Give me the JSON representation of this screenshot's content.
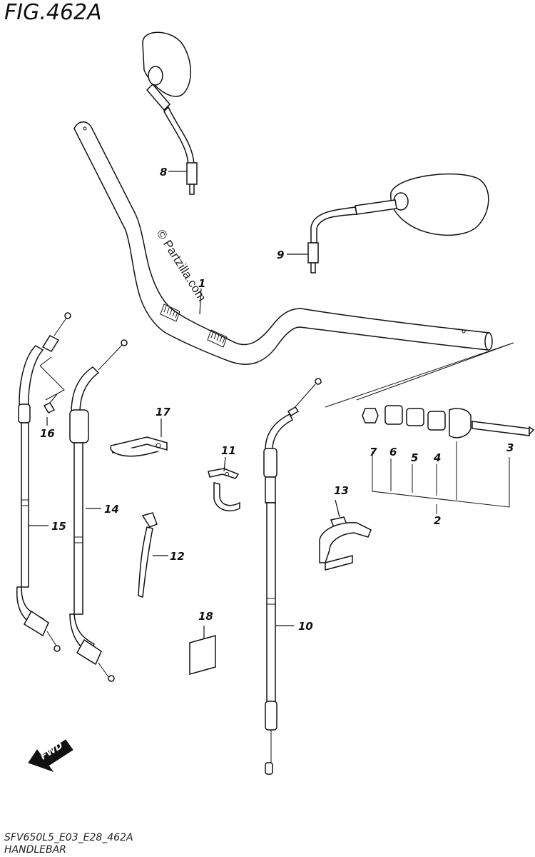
{
  "figure": {
    "title": "FIG.462A",
    "code": "SFV650L5_E03_E28_462A",
    "name": "HANDLEBAR",
    "watermark": "© Partzilla.com",
    "fwd_label": "FWD"
  },
  "callouts": [
    {
      "id": "1",
      "label": "1"
    },
    {
      "id": "2",
      "label": "2"
    },
    {
      "id": "3",
      "label": "3"
    },
    {
      "id": "4",
      "label": "4"
    },
    {
      "id": "5",
      "label": "5"
    },
    {
      "id": "6",
      "label": "6"
    },
    {
      "id": "7",
      "label": "7"
    },
    {
      "id": "8",
      "label": "8"
    },
    {
      "id": "9",
      "label": "9"
    },
    {
      "id": "10",
      "label": "10"
    },
    {
      "id": "11",
      "label": "11"
    },
    {
      "id": "12",
      "label": "12"
    },
    {
      "id": "13",
      "label": "13"
    },
    {
      "id": "14",
      "label": "14"
    },
    {
      "id": "15",
      "label": "15"
    },
    {
      "id": "16",
      "label": "16"
    },
    {
      "id": "17",
      "label": "17"
    },
    {
      "id": "18",
      "label": "18"
    }
  ],
  "colors": {
    "line": "#111111",
    "background": "#ffffff"
  }
}
